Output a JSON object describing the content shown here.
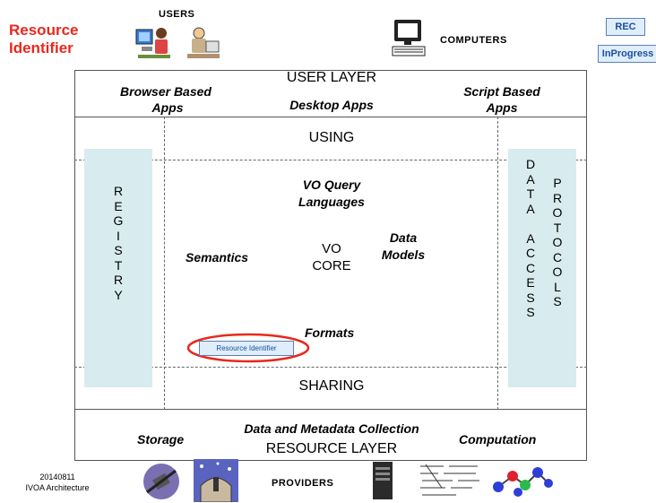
{
  "title_lines": [
    "Resource",
    "Identifier"
  ],
  "users_label": "USERS",
  "computers_label": "COMPUTERS",
  "providers_label": "PROVIDERS",
  "badges": {
    "rec": "REC",
    "in_progress": "InProgress"
  },
  "user_layer": {
    "title": "USER LAYER",
    "browser_apps": [
      "Browser Based",
      "Apps"
    ],
    "desktop_apps": "Desktop Apps",
    "script_apps": [
      "Script Based",
      "Apps"
    ]
  },
  "using": "USING",
  "sharing": "SHARING",
  "registry_letters": [
    "R",
    "E",
    "G",
    "I",
    "S",
    "T",
    "R",
    "Y"
  ],
  "data_letters": [
    "D",
    "A",
    "T",
    "A",
    "",
    "A",
    "C",
    "C",
    "E",
    "S",
    "S"
  ],
  "protocols_letters": [
    "P",
    "R",
    "O",
    "T",
    "O",
    "C",
    "O",
    "L",
    "S"
  ],
  "core": {
    "vo_query": [
      "VO Query",
      "Languages"
    ],
    "data_models": [
      "Data",
      "Models"
    ],
    "semantics": "Semantics",
    "vo_core": [
      "VO",
      "CORE"
    ],
    "formats": "Formats",
    "resource_identifier_box": "Resource Identifier"
  },
  "resource_layer": {
    "collection": "Data and Metadata Collection",
    "title": "RESOURCE LAYER",
    "storage": "Storage",
    "computation": "Computation"
  },
  "footer": {
    "date": "20140811",
    "name": "IVOA Architecture"
  },
  "colors": {
    "title": "#e8281e",
    "highlight_ellipse": "#e8281e",
    "side_panel": "#d8ebee",
    "badge_fill": "#dfeefa"
  }
}
